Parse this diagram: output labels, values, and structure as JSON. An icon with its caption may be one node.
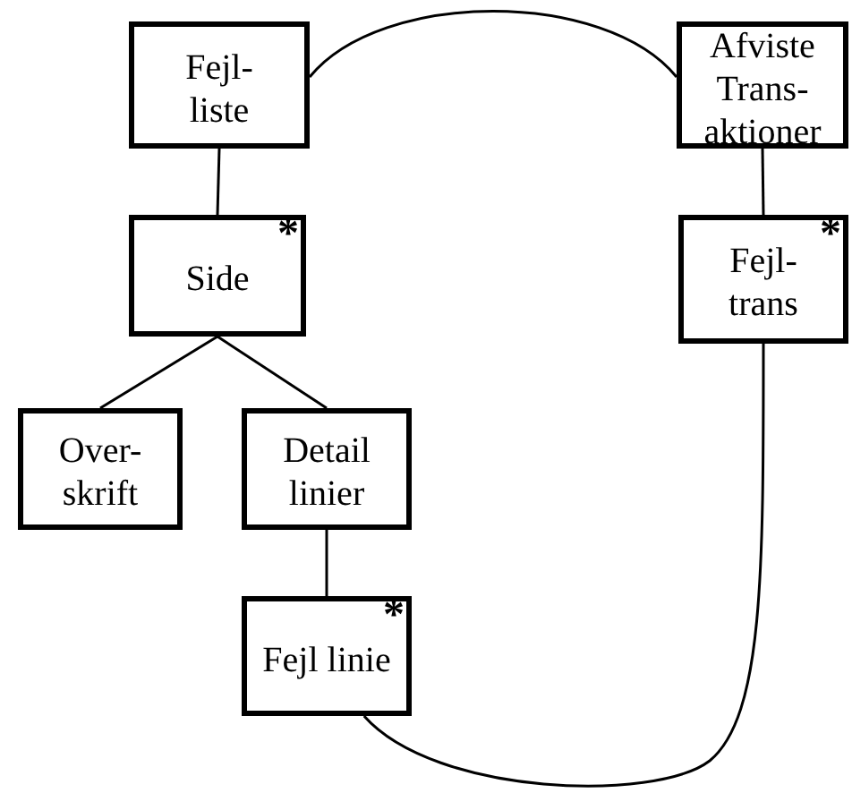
{
  "diagram": {
    "nodes": [
      {
        "text": [
          "Fejl- liste"
        ]
      },
      {
        "text": [
          "*",
          "Side"
        ]
      },
      {
        "text": [
          "Over- skrift"
        ]
      },
      {
        "text": [
          "Detail linier"
        ]
      },
      {
        "text": [
          "*",
          "Fejl linie"
        ]
      },
      {
        "text": [
          "Afviste Trans- aktioner"
        ]
      },
      {
        "text": [
          "*",
          "Fejl- trans"
        ]
      }
    ],
    "edges": [
      {
        "from": 0,
        "to": 1,
        "arrow": "none"
      },
      {
        "from": 1,
        "to": 2,
        "arrow": "none"
      },
      {
        "from": 1,
        "to": 3,
        "arrow": "none"
      },
      {
        "from": 3,
        "to": 4,
        "arrow": "none"
      },
      {
        "from": 0,
        "to": 5,
        "arrow": "none"
      },
      {
        "from": 5,
        "to": 6,
        "arrow": "none"
      },
      {
        "from": 4,
        "to": 6,
        "arrow": "none"
      }
    ]
  }
}
